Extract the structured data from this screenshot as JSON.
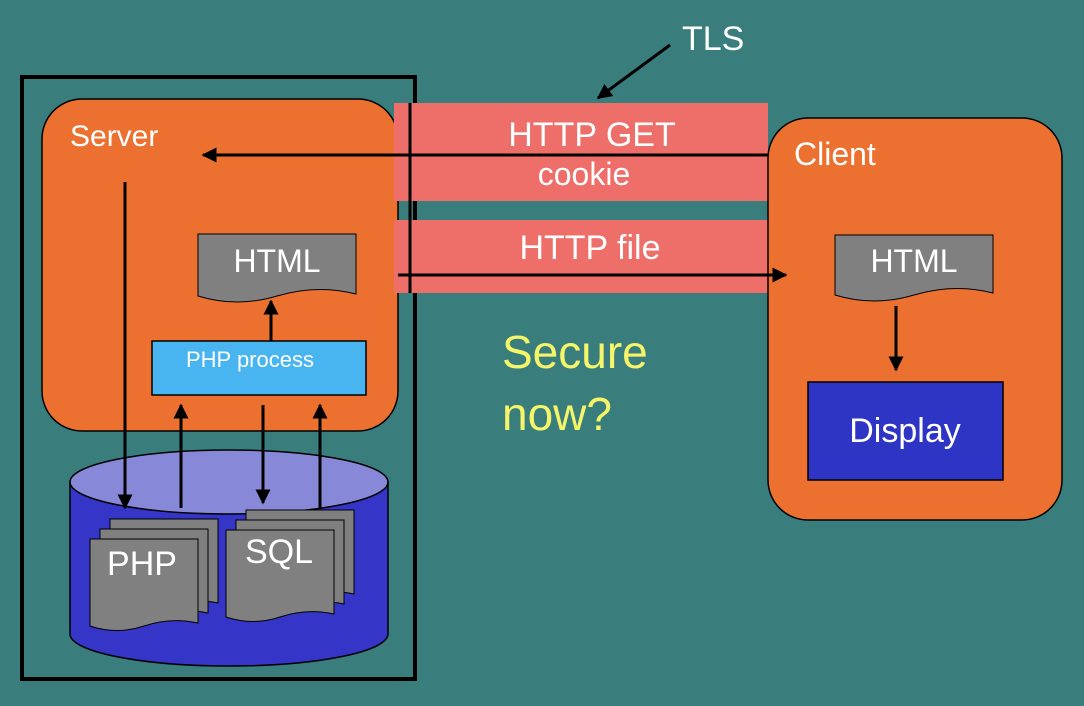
{
  "colors": {
    "background": "#3a7d7d",
    "box_orange": "#ec7030",
    "band_pink": "#ee6e6a",
    "php_process": "#48b4f0",
    "database": "#3535c8",
    "database_top": "#8888d8",
    "display": "#2e35c4",
    "doc_gray": "#808080",
    "label_yellow": "#f5f56a"
  },
  "tls": {
    "label": "TLS"
  },
  "server": {
    "label": "Server",
    "html_doc": "HTML",
    "php_process": "PHP process",
    "database": {
      "php_doc": "PHP",
      "sql_doc": "SQL"
    }
  },
  "channel": {
    "request_line1": "HTTP GET",
    "request_line2": "cookie",
    "response": "HTTP file"
  },
  "question": {
    "line1": "Secure",
    "line2": "now?"
  },
  "client": {
    "label": "Client",
    "html_doc": "HTML",
    "display": "Display"
  }
}
